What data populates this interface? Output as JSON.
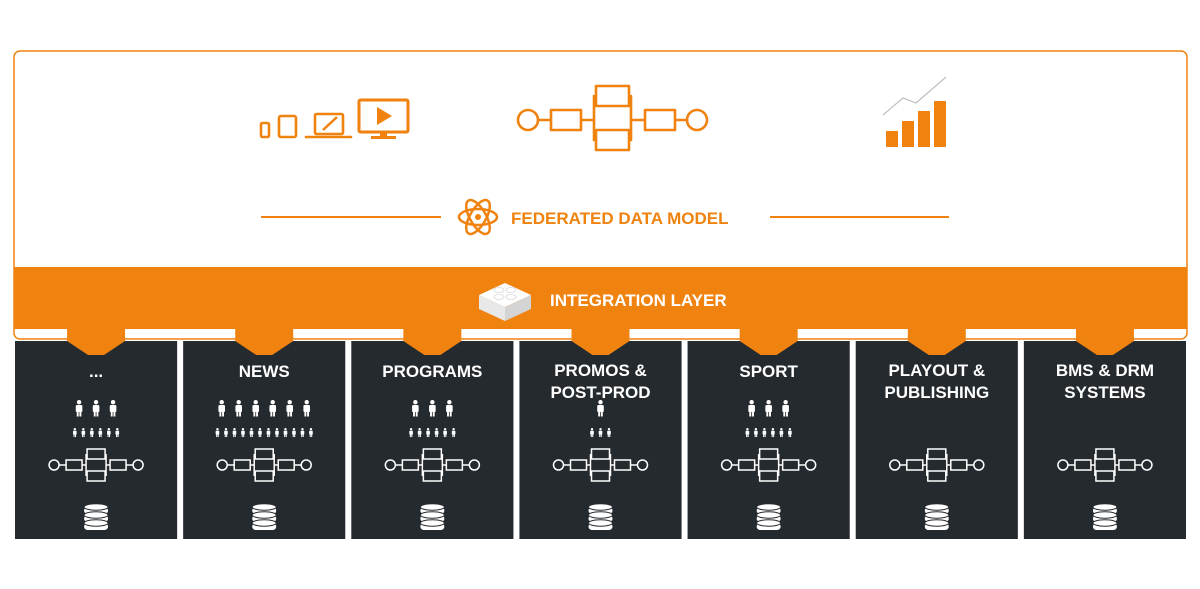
{
  "colors": {
    "accent": "#f0820f",
    "panel": "#252a2f",
    "background": "#ffffff",
    "label_text": "#ffffff"
  },
  "federated": {
    "label": "FEDERATED DATA MODEL",
    "icon": "atom-icon"
  },
  "integration": {
    "label": "INTEGRATION LAYER",
    "icon": "building-brick-icon"
  },
  "top_icons": [
    "devices-icon",
    "workflow-icon",
    "growth-chart-icon"
  ],
  "systems": [
    {
      "lines": [
        "..."
      ],
      "people": 3
    },
    {
      "lines": [
        "NEWS"
      ],
      "people": 6
    },
    {
      "lines": [
        "PROGRAMS"
      ],
      "people": 3
    },
    {
      "lines": [
        "PROMOS &",
        "POST-PROD"
      ],
      "people": 1
    },
    {
      "lines": [
        "SPORT"
      ],
      "people": 3
    },
    {
      "lines": [
        "PLAYOUT &",
        "PUBLISHING"
      ],
      "people": 0
    },
    {
      "lines": [
        "BMS & DRM",
        "SYSTEMS"
      ],
      "people": 0
    }
  ]
}
